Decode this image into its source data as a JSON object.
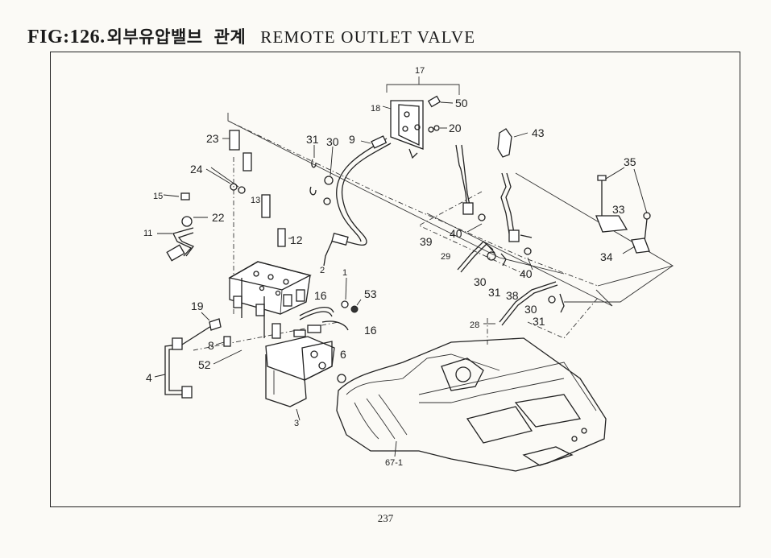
{
  "header": {
    "fig": "FIG:126.",
    "korean_title": "외부유압밸브",
    "korean_suffix": "관계",
    "english_title": "REMOTE OUTLET VALVE"
  },
  "page_number": "237",
  "callouts": [
    "17",
    "18",
    "50",
    "20",
    "9",
    "43",
    "23",
    "31",
    "30",
    "24",
    "13",
    "15",
    "22",
    "11",
    "12",
    "2",
    "35",
    "33",
    "39",
    "40",
    "29",
    "30",
    "31",
    "40",
    "34",
    "38",
    "30",
    "31",
    "28",
    "1",
    "53",
    "16",
    "19",
    "8",
    "16",
    "4",
    "52",
    "6",
    "3",
    "67-1"
  ]
}
